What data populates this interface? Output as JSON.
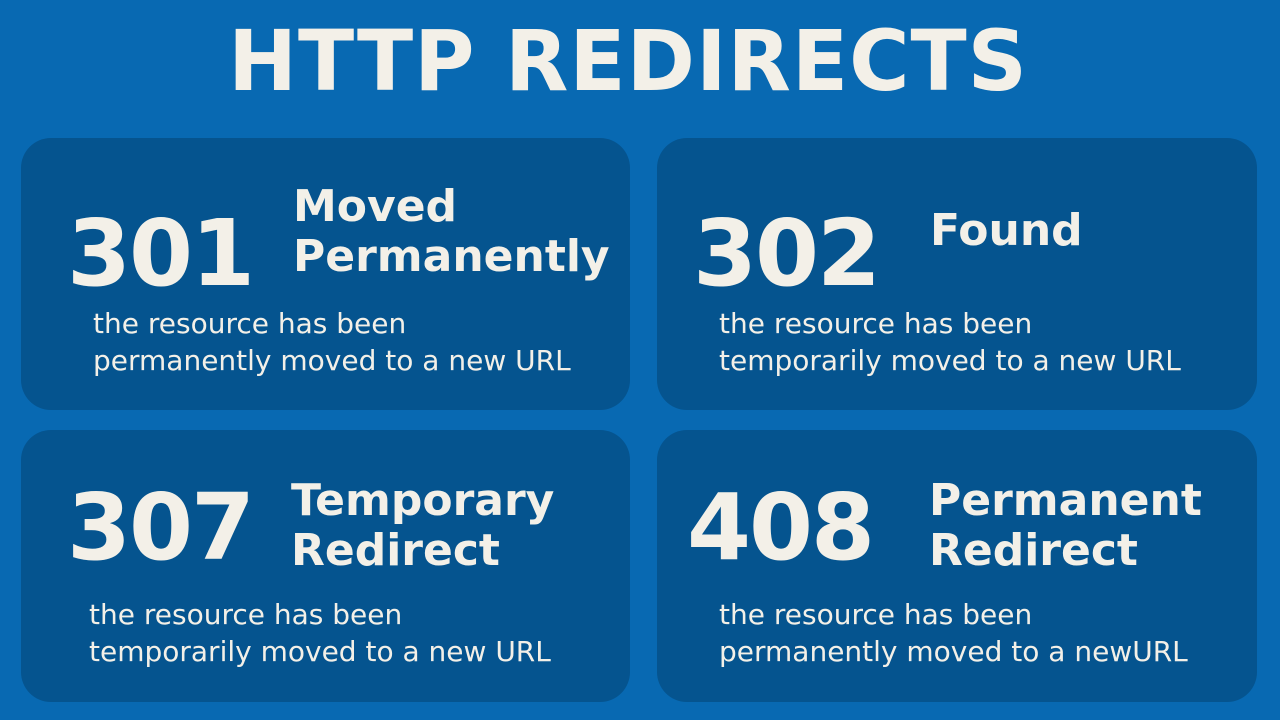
{
  "title": "HTTP REDIRECTS",
  "colors": {
    "background": "#0869b2",
    "card": "#05548f",
    "text": "#f3f0e8"
  },
  "cards": [
    {
      "code": "301",
      "name_line1": "Moved",
      "name_line2": "Permanently",
      "desc_line1": "the resource has been",
      "desc_line2": "permanently moved to a new URL"
    },
    {
      "code": "302",
      "name_line1": "Found",
      "name_line2": "",
      "desc_line1": "the resource has been",
      "desc_line2": "temporarily moved to a new URL"
    },
    {
      "code": "307",
      "name_line1": "Temporary",
      "name_line2": "Redirect",
      "desc_line1": "the resource has been",
      "desc_line2": "temporarily moved to a new URL"
    },
    {
      "code": "408",
      "name_line1": "Permanent",
      "name_line2": "Redirect",
      "desc_line1": "the resource has been",
      "desc_line2": "permanently moved to a newURL"
    }
  ]
}
